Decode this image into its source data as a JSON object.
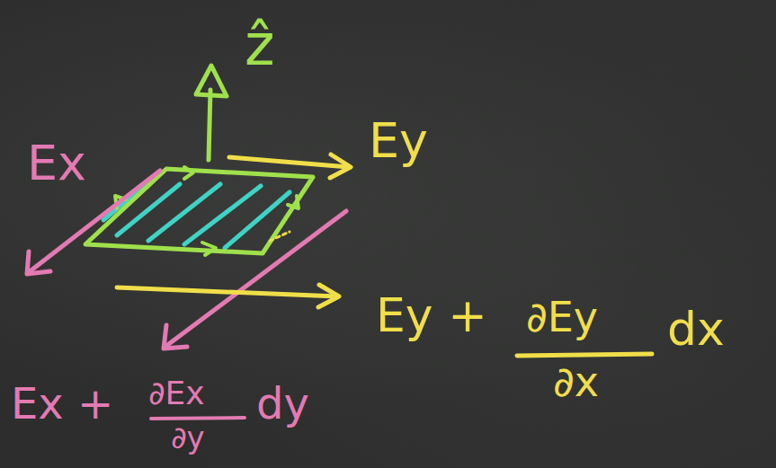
{
  "diagram": {
    "labels": [
      "ẑ",
      "Ex",
      "Ey",
      "Ey +",
      "∂Ey",
      "∂x",
      "dx",
      "Ex +",
      "∂Ex",
      "∂y",
      "dy"
    ]
  }
}
